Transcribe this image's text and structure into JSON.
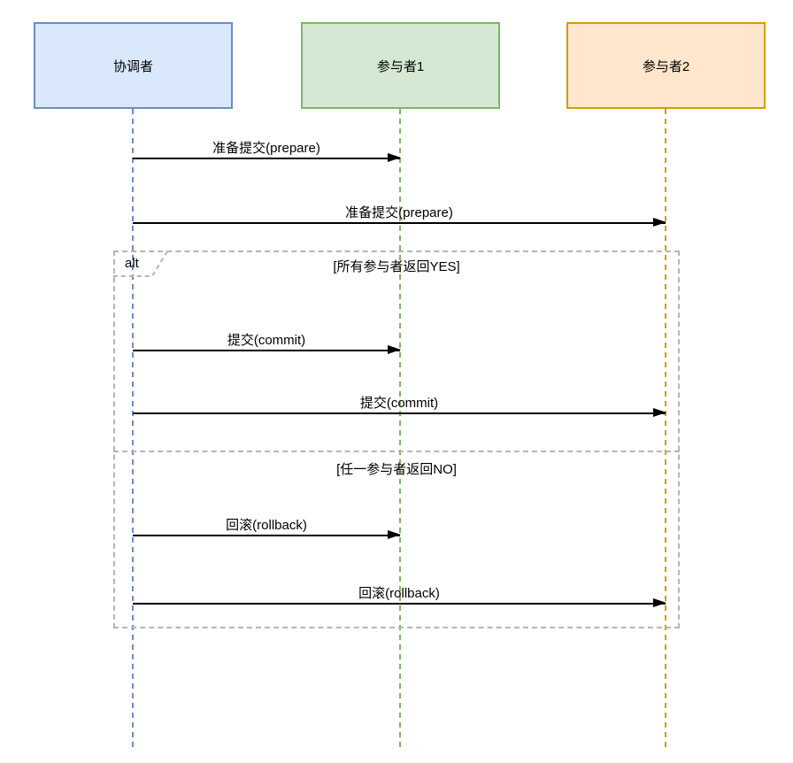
{
  "diagram": {
    "kind": "sequence-diagram",
    "background_color": "#ffffff",
    "message_line_color": "#000000",
    "text_color": "#000000"
  },
  "participants": [
    {
      "label": "协调者",
      "fill_color": "#dae8fc",
      "border_color": "#6c8ebf",
      "lifeline_color": "#6c8ebf"
    },
    {
      "label": "参与者1",
      "fill_color": "#d5e8d4",
      "border_color": "#82b366",
      "lifeline_color": "#82b366"
    },
    {
      "label": "参与者2",
      "fill_color": "#ffe6cc",
      "border_color": "#d79b00",
      "lifeline_color": "#d79b00"
    }
  ],
  "messages": [
    {
      "from": "协调者",
      "to": "参与者1",
      "label": "准备提交(prepare)",
      "section": "before-alt",
      "arrow": "solid-filled-head"
    },
    {
      "from": "协调者",
      "to": "参与者2",
      "label": "准备提交(prepare)",
      "section": "before-alt",
      "arrow": "solid-filled-head"
    },
    {
      "from": "协调者",
      "to": "参与者1",
      "label": "提交(commit)",
      "section": "alt-branch-1",
      "arrow": "solid-filled-head"
    },
    {
      "from": "协调者",
      "to": "参与者2",
      "label": "提交(commit)",
      "section": "alt-branch-1",
      "arrow": "solid-filled-head"
    },
    {
      "from": "协调者",
      "to": "参与者1",
      "label": "回滚(rollback)",
      "section": "alt-branch-2",
      "arrow": "solid-filled-head"
    },
    {
      "from": "协调者",
      "to": "参与者2",
      "label": "回滚(rollback)",
      "section": "alt-branch-2",
      "arrow": "solid-filled-head"
    }
  ],
  "alt": {
    "operator": "alt",
    "border_color": "#b5b5b5",
    "branches": [
      {
        "guard": "[所有参与者返回YES]"
      },
      {
        "guard": "[任一参与者返回NO]"
      }
    ]
  }
}
